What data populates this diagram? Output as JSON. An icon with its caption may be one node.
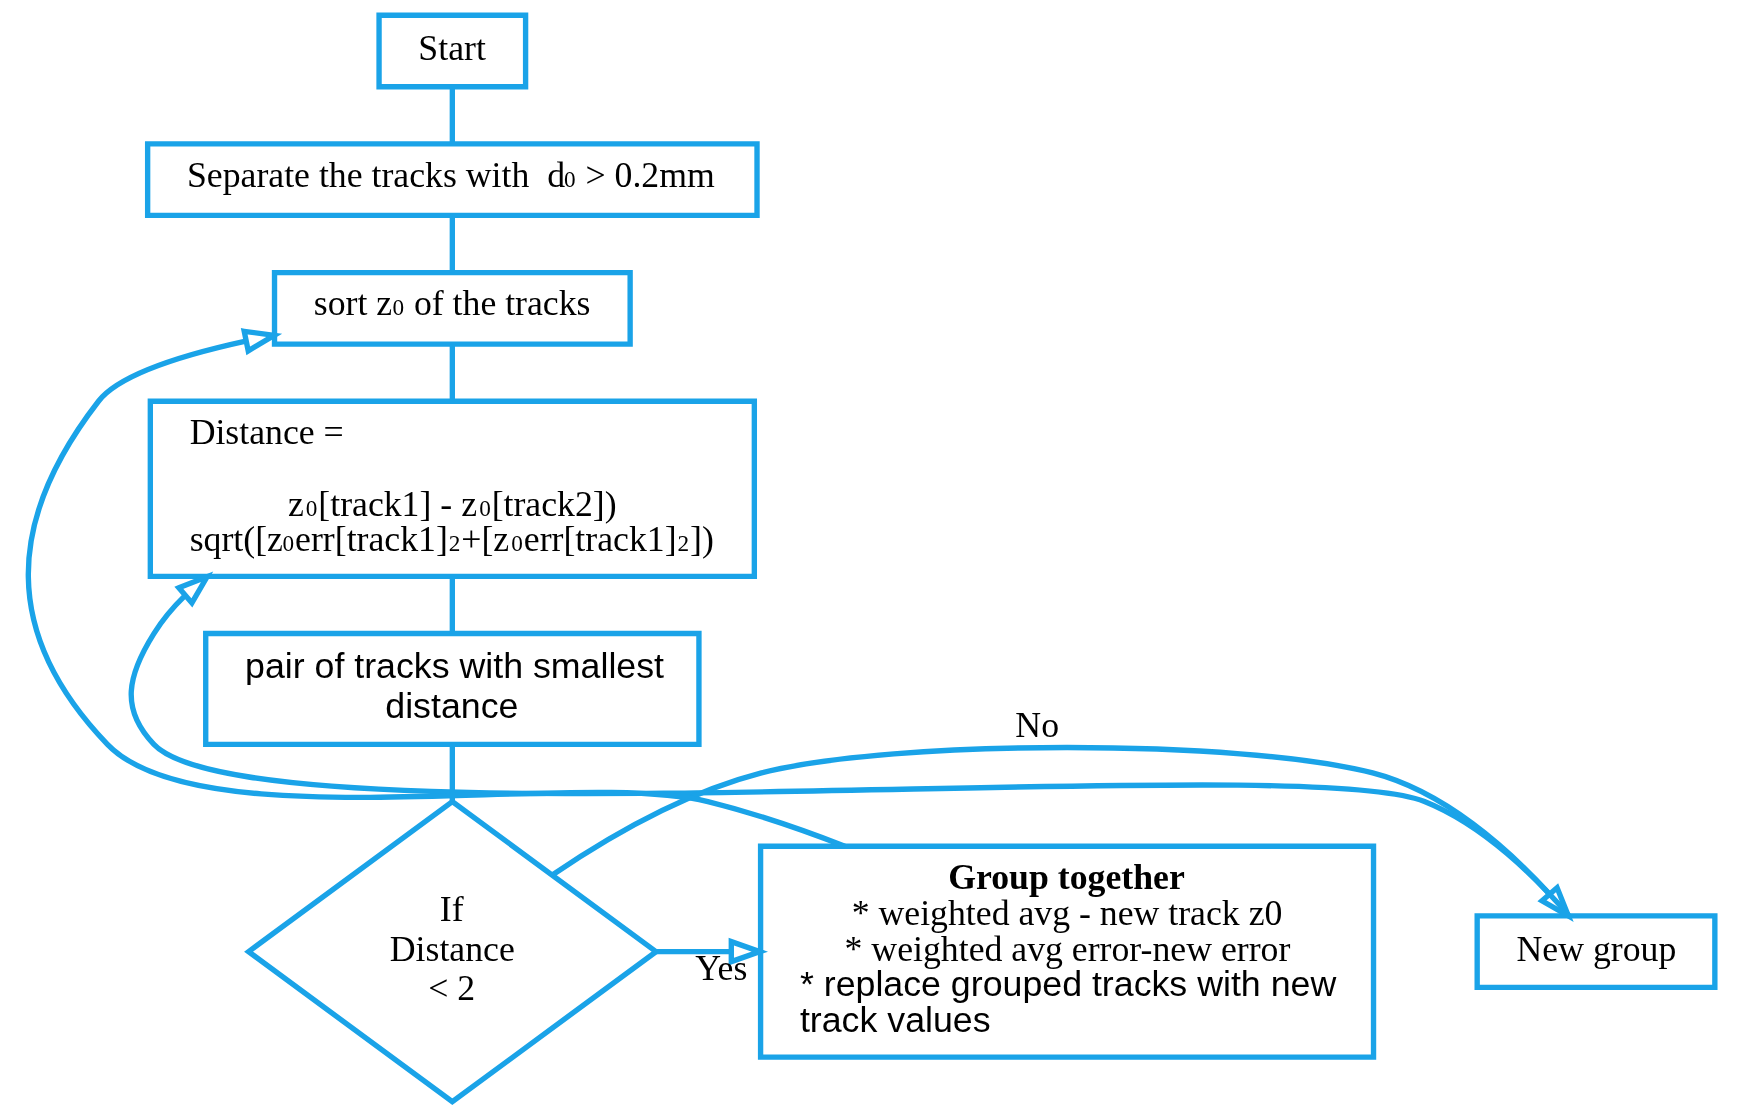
{
  "diagram": {
    "nodes": [
      {
        "text": [
          "Start"
        ]
      },
      {
        "text": [
          "Separate the tracks with  d$_{0}$ > 0.2mm"
        ]
      },
      {
        "text": [
          "sort z$_{0}$ of the tracks"
        ]
      },
      {
        "text": [
          "Distance =",
          "z$_{0}$[track1] - z$_{0}$[track2])",
          "sqrt([z$_{0}$err[track1]$^{2}$+[z$_{0}$err[track1]$^{2}$])"
        ]
      },
      {
        "text": [
          "pair of tracks with smallest distance"
        ]
      },
      {
        "text": [
          "If Distance < 2"
        ]
      },
      {
        "text": [
          "New group"
        ]
      },
      {
        "text": [
          "Group together",
          "* weighted avg - new track z0",
          "* weighted avg error-new error",
          "* replace grouped tracks with new track values"
        ]
      }
    ],
    "edges": [
      {
        "from": 0,
        "to": 1,
        "arrow": "none"
      },
      {
        "from": 1,
        "to": 2,
        "arrow": "none"
      },
      {
        "from": 2,
        "to": 3,
        "arrow": "none"
      },
      {
        "from": 3,
        "to": 4,
        "arrow": "none"
      },
      {
        "from": 4,
        "to": 5,
        "arrow": "none"
      },
      {
        "from": 5,
        "to": 6,
        "arrow": "to",
        "label": "No"
      },
      {
        "from": 6,
        "to": 3,
        "arrow": "to"
      },
      {
        "from": 5,
        "to": 7,
        "arrow": "to",
        "label": "Yes"
      },
      {
        "from": 7,
        "to": 2,
        "arrow": "to"
      }
    ]
  }
}
